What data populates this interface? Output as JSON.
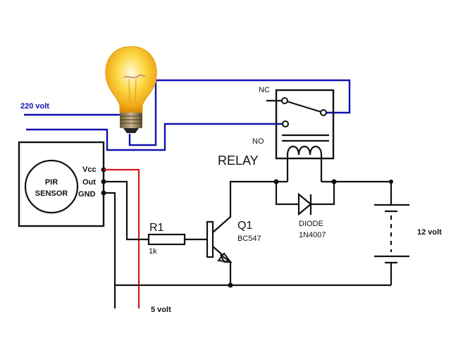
{
  "diagram": {
    "title": "PIR sensor relay light switch circuit",
    "colors": {
      "mains_wire": "#1010b0",
      "vcc_wire": "#d01818",
      "wire": "#111111",
      "bulb_glow": "#f7c51a"
    },
    "labels": {
      "mains": "220 volt",
      "logic_supply": "5 volt",
      "relay_supply": "12 volt",
      "relay": "RELAY",
      "nc": "NC",
      "no": "NO",
      "pir_line1": "PIR",
      "pir_line2": "SENSOR",
      "vcc": "Vcc",
      "out": "Out",
      "gnd": "GND",
      "resistor_ref": "R1",
      "resistor_value": "1k",
      "transistor_ref": "Q1",
      "transistor_part": "BC547",
      "diode_ref": "DIODE",
      "diode_part": "1N4007"
    }
  }
}
